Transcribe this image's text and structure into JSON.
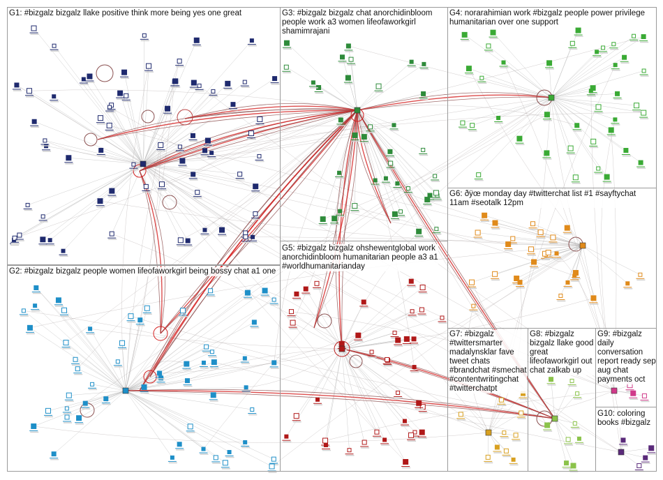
{
  "groups": [
    {
      "id": "G1",
      "label": "G1: #bizgalz bizgalz llake positive think more being yes one great",
      "color": "#1f2a6e"
    },
    {
      "id": "G2",
      "label": "G2: #bizgalz bizgalz people women lifeofaworkgirl being bossy chat a1 one",
      "color": "#1e8fc8"
    },
    {
      "id": "G3",
      "label": "G3: #bizgalz bizgalz chat anorchidinbloom\npeople work a3 women lifeofaworkgirl\nshamimrajani",
      "color": "#2e8b3a"
    },
    {
      "id": "G4",
      "label": "G4: norarahimian work #bizgalz people power privilege\nhumanitarian over one support",
      "color": "#3aaa35"
    },
    {
      "id": "G5",
      "label": "G5: #bizgalz bizgalz ohshewentglobal work\nanorchidinbloom humanitarian people a3 a1\n#worldhumanitarianday",
      "color": "#b01818"
    },
    {
      "id": "G6",
      "label": "G6: ðÿœ monday day #twitterchat list #1 #sayftychat\n11am #seotalk 12pm",
      "color": "#e08a1a"
    },
    {
      "id": "G7",
      "label": "G7: #bizgalz\n#twittersmarter\nmadalynsklar fave\ntweet chats\n#brandchat #smechat\n#contentwritingchat\n#twitterchatpt",
      "color": "#d8a020"
    },
    {
      "id": "G8",
      "label": "G8: #bizgalz\nbizgalz llake good\ngreat\nlifeofaworkgirl out\nchat zalkab up",
      "color": "#8bc34a"
    },
    {
      "id": "G9",
      "label": "G9: #bizgalz\ndaily\nconversation\nreport ready sep\naug chat\npayments oct",
      "color": "#d03a8a"
    },
    {
      "id": "G10",
      "label": "G10: coloring\nbooks #bizgalz",
      "color": "#5a2a7a"
    }
  ]
}
